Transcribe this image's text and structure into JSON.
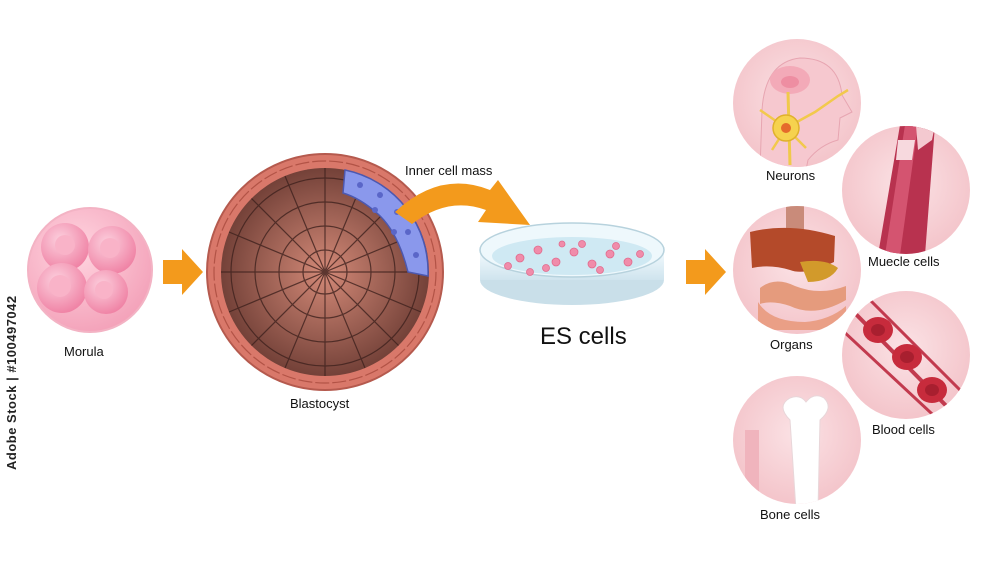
{
  "labels": {
    "morula": "Morula",
    "blastocyst": "Blastocyst",
    "inner_cell_mass": "Inner cell mass",
    "es_cells": "ES cells",
    "neurons": "Neurons",
    "muscle_cells": "Muecle cells",
    "organs": "Organs",
    "blood_cells": "Blood cells",
    "bone_cells": "Bone cells"
  },
  "watermark": "Adobe Stock | #100497042",
  "colors": {
    "arrow": "#f39a1c",
    "morula_pink": "#f08caa",
    "blastocyst_wall": "#c86a5c",
    "inner_mass_blue": "#7f8fe6",
    "dish_liquid": "#cfe9f3",
    "circle_bg": "#f7d2d6"
  }
}
